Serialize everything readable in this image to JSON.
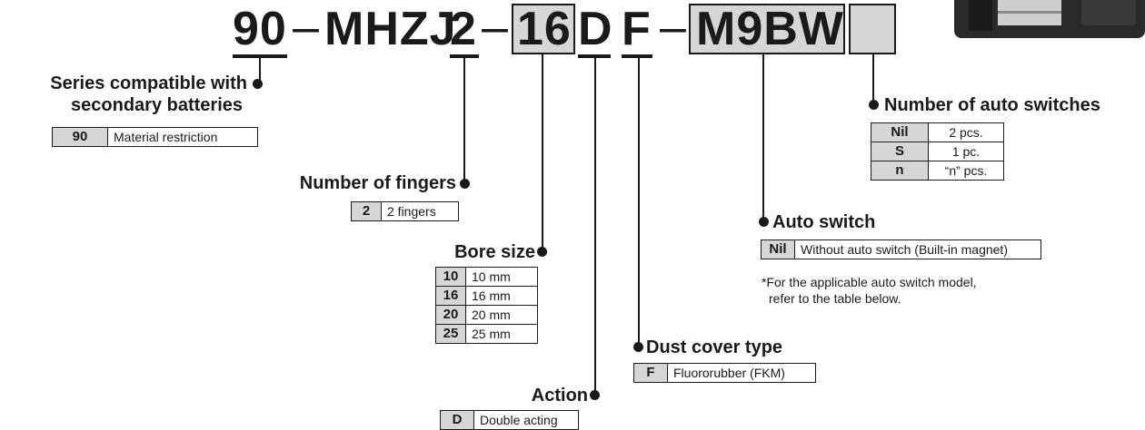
{
  "part_number": {
    "series": "90",
    "sep1": "–",
    "model": "MHZJ",
    "fingers_code": "2",
    "sep2": "–",
    "bore_code": "16",
    "action_code": "D",
    "cover_code": "F",
    "sep3": "–",
    "switch_code": "M9BW"
  },
  "series": {
    "label_line1": "Series compatible with",
    "label_line2": "secondary batteries",
    "options": [
      {
        "code": "90",
        "desc": "Material restriction"
      }
    ]
  },
  "fingers": {
    "label": "Number of fingers",
    "options": [
      {
        "code": "2",
        "desc": "2 fingers"
      }
    ]
  },
  "bore": {
    "label": "Bore size",
    "options": [
      {
        "code": "10",
        "desc": "10 mm"
      },
      {
        "code": "16",
        "desc": "16 mm"
      },
      {
        "code": "20",
        "desc": "20 mm"
      },
      {
        "code": "25",
        "desc": "25 mm"
      }
    ]
  },
  "action": {
    "label": "Action",
    "options": [
      {
        "code": "D",
        "desc": "Double acting"
      }
    ]
  },
  "dust_cover": {
    "label": "Dust cover type",
    "options": [
      {
        "code": "F",
        "desc": "Fluororubber (FKM)"
      }
    ]
  },
  "auto_switch": {
    "label": "Auto switch",
    "options": [
      {
        "code": "Nil",
        "desc": "Without auto switch (Built-in magnet)"
      }
    ],
    "note_line1": "*For the applicable auto switch model,",
    "note_line2": "refer to the table below."
  },
  "switch_count": {
    "label": "Number of auto switches",
    "options": [
      {
        "code": "Nil",
        "desc": "2 pcs."
      },
      {
        "code": "S",
        "desc": "1 pc."
      },
      {
        "code": "n",
        "desc": "“n” pcs."
      }
    ]
  },
  "colors": {
    "ink": "#1a1a1a",
    "box_fill": "#d6d6d6"
  }
}
